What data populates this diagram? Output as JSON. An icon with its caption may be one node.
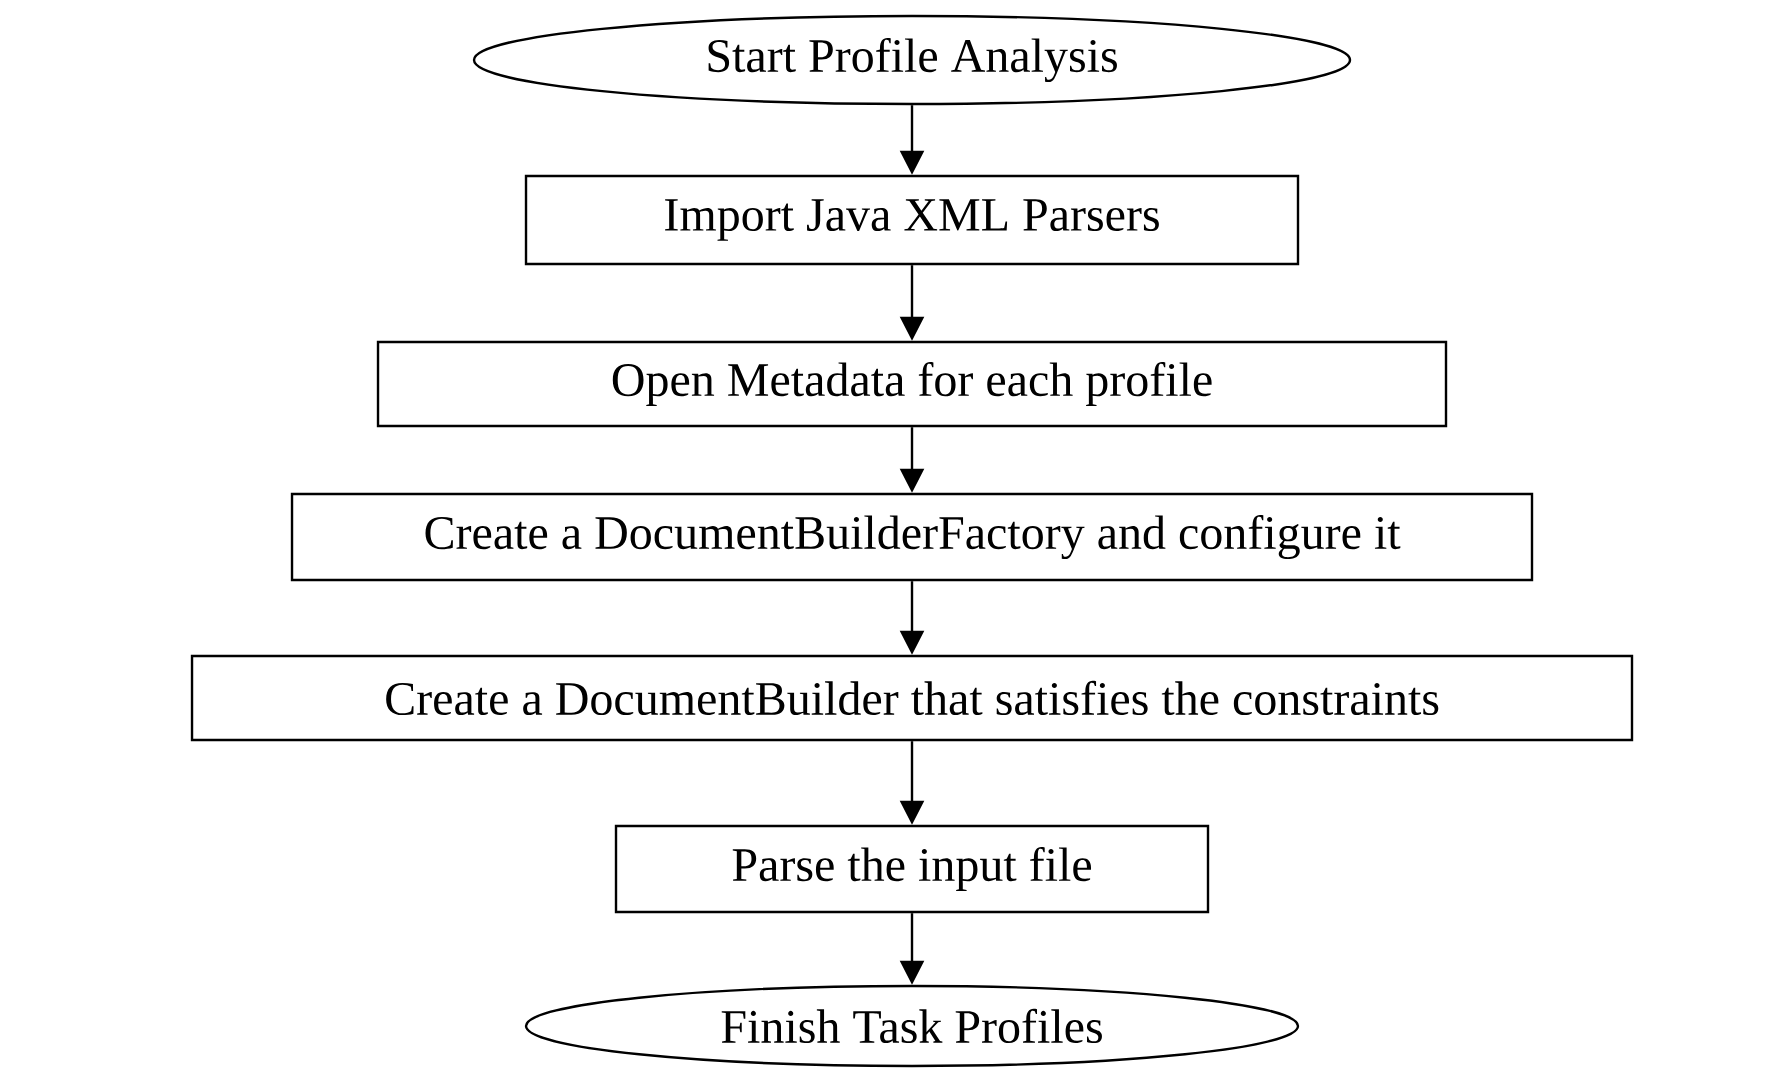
{
  "diagram": {
    "nodes": [
      {
        "text": [
          "Start Profile Analysis"
        ]
      },
      {
        "text": [
          "Import Java XML Parsers"
        ]
      },
      {
        "text": [
          "Open Metadata for each profile"
        ]
      },
      {
        "text": [
          "Create a DocumentBuilderFactory and configure it"
        ]
      },
      {
        "text": [
          "Create a DocumentBuilder that satisfies the constraints"
        ]
      },
      {
        "text": [
          "Parse the input file"
        ]
      },
      {
        "text": [
          "Finish Task Profiles"
        ]
      }
    ],
    "edges": [
      {
        "from": 0,
        "to": 1,
        "arrow": "to"
      },
      {
        "from": 1,
        "to": 2,
        "arrow": "to"
      },
      {
        "from": 2,
        "to": 3,
        "arrow": "to"
      },
      {
        "from": 3,
        "to": 4,
        "arrow": "to"
      },
      {
        "from": 4,
        "to": 5,
        "arrow": "to"
      },
      {
        "from": 5,
        "to": 6,
        "arrow": "to"
      }
    ]
  }
}
